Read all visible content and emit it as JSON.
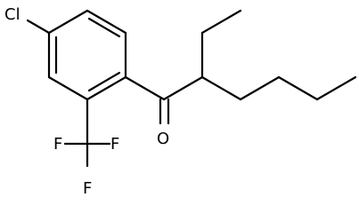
{
  "molecule": {
    "atoms": {
      "cl": "Cl",
      "o": "O",
      "f1": "F",
      "f2": "F",
      "f3": "F"
    }
  }
}
